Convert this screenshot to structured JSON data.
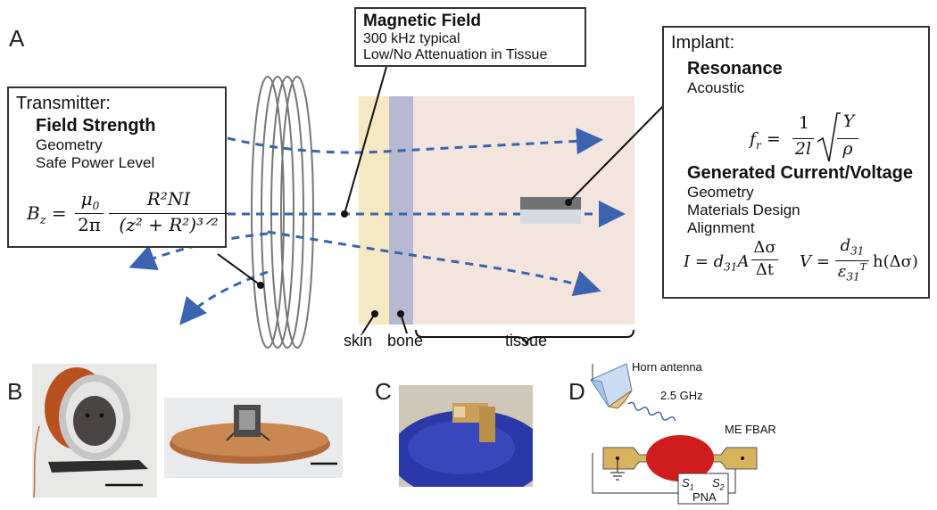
{
  "panels": {
    "a": "A",
    "b": "B",
    "c": "C",
    "d": "D"
  },
  "transmitter": {
    "title": "Transmitter:",
    "heading": "Field Strength",
    "lines": [
      "Geometry",
      "Safe Power Level"
    ],
    "formula_lhs": "B",
    "formula_lhs_sub": "z",
    "formula_num1": "μ",
    "formula_num1_sub": "0",
    "formula_den1": "2π",
    "formula_num2": "R²NI",
    "formula_den2": "(z² + R²)³ᐟ²"
  },
  "magnetic": {
    "heading": "Magnetic Field",
    "lines": [
      "300 kHz typical",
      "Low/No Attenuation in Tissue"
    ]
  },
  "implant": {
    "title": "Implant:",
    "resonance_heading": "Resonance",
    "resonance_sub": "Acoustic",
    "f_lhs": "f",
    "f_lhs_sub": "r",
    "f_num": "1",
    "f_den": "2l",
    "f_root_num": "Y",
    "f_root_den": "ρ",
    "gen_heading": "Generated Current/Voltage",
    "gen_lines": [
      "Geometry",
      "Materials Design",
      "Alignment"
    ],
    "i_lhs": "I = d",
    "i_sub": "31",
    "i_a": "A",
    "i_num": "Δσ",
    "i_den": "Δt",
    "v_lhs": "V =",
    "v_num": "d",
    "v_num_sub": "31",
    "v_den": "ε",
    "v_den_sub": "31",
    "v_den_sup": "T",
    "v_rhs": "h(Δσ)"
  },
  "layers": {
    "skin": "skin",
    "bone": "bone",
    "tissue": "tissue"
  },
  "panel_d": {
    "horn": "Horn antenna",
    "freq": "2.5 GHz",
    "device": "ME FBAR",
    "s1": "S",
    "s1_sub": "1",
    "s2": "S",
    "s2_sub": "2",
    "pna": "PNA"
  },
  "colors": {
    "skin": "#f7e8c4",
    "bone": "#b7b9d0",
    "tissue": "#f3e5dd",
    "field_arrow": "#3a63b0",
    "fbar_red": "#cf1d1d",
    "electrode": "#d8b35d"
  }
}
